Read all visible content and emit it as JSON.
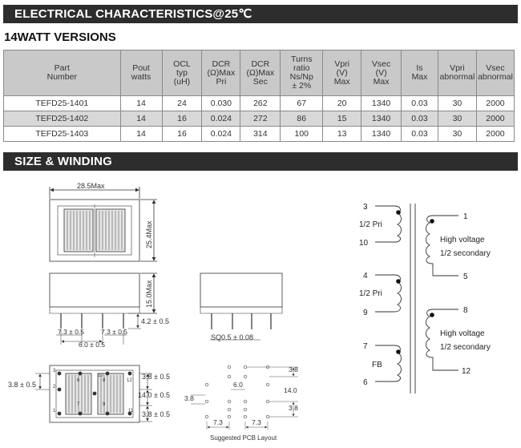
{
  "banners": {
    "electrical": "ELECTRICAL CHARACTERISTICS@25℃",
    "size": "SIZE & WINDING"
  },
  "subtitle": "14WATT VERSIONS",
  "table": {
    "headers": [
      "Part\nNumber",
      "Pout\nwatts",
      "OCL\ntyp\n(uH)",
      "DCR\n(Ω)Max\nPri",
      "DCR\n(Ω)Max\nSec",
      "Turns\nratio\nNs/Np\n± 2%",
      "Vpri\n(V)\nMax",
      "Vsec\n(V)\nMax",
      "Is\nMax",
      "Vpri\nabnormal",
      "Vsec\nabnormal"
    ],
    "rows": [
      [
        "TEFD25-1401",
        "14",
        "24",
        "0.030",
        "262",
        "67",
        "20",
        "1340",
        "0.03",
        "30",
        "2000"
      ],
      [
        "TEFD25-1402",
        "14",
        "16",
        "0.024",
        "272",
        "86",
        "15",
        "1340",
        "0.03",
        "30",
        "2000"
      ],
      [
        "TEFD25-1403",
        "14",
        "16",
        "0.024",
        "314",
        "100",
        "13",
        "1340",
        "0.03",
        "30",
        "2000"
      ]
    ]
  },
  "dims": {
    "width": "28.5Max",
    "height": "25.4Max",
    "side_height": "15.0Max",
    "pin_len": "4.2 ± 0.5",
    "pitch_left": "7.3 ± 0.5",
    "pitch_right": "7.3 ± 0.5",
    "center": "6.0 ± 0.5",
    "sq": "SQ0.5 ± 0.08",
    "bot_left": "3.8 ± 0.5",
    "bot_right_top": "3.8 ± 0.5",
    "bot_right_mid": "14.0 ± 0.5",
    "bot_right_bot": "3.8 ± 0.5"
  },
  "bottom_pins": [
    "1",
    "2",
    "3",
    "6",
    "7",
    "8",
    "9",
    "10",
    "11",
    "12"
  ],
  "pcb": {
    "d_3_8_right_top": "3.8",
    "d_6_0": "6.0",
    "d_14_0": "14.0",
    "d_3_8_left": "3.8",
    "d_3_8_right_bot": "3.8",
    "d_7_3_left": "7.3",
    "d_7_3_right": "7.3",
    "caption": "Suggested PCB Layout"
  },
  "schematic": {
    "pins": {
      "p3": "3",
      "p10": "10",
      "p4": "4",
      "p9": "9",
      "p7": "7",
      "p6": "6",
      "p1": "1",
      "p5": "5",
      "p8": "8",
      "p12": "12"
    },
    "labels": {
      "pri1": "1/2 Pri",
      "pri2": "1/2 Pri",
      "fb": "FB",
      "hv1_a": "High voltage",
      "hv1_b": "1/2 secondary",
      "hv2_a": "High voltage",
      "hv2_b": "1/2 secondary"
    }
  }
}
